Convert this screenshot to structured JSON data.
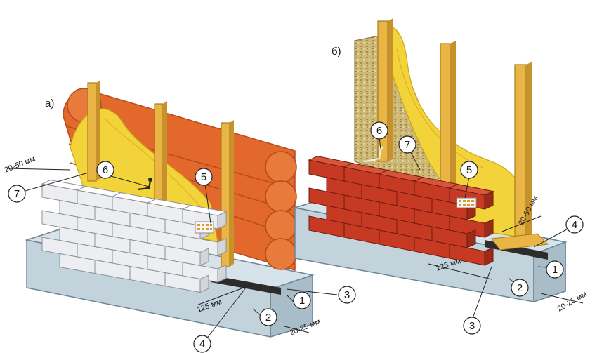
{
  "panels": {
    "a": "а)",
    "b": "б)"
  },
  "callouts": {
    "a": [
      "7",
      "6",
      "5",
      "3",
      "1",
      "2",
      "4"
    ],
    "b": [
      "6",
      "7",
      "5",
      "4",
      "1",
      "2",
      "3"
    ]
  },
  "dimensions": {
    "a_gap": "20-50 мм",
    "a_foundation": "125 мм",
    "a_ledge": "20-25 мм",
    "b_gap": "20-50 мм",
    "b_foundation": "125 мм",
    "b_ledge": "20-25 мм"
  },
  "colors": {
    "log": "#e3682c",
    "log_dark": "#b8491a",
    "insulation": "#f2d33a",
    "stud": "#e9b545",
    "silicate_brick": "#eceef1",
    "red_brick": "#c63a24",
    "foundation": "#c2d3dc",
    "osb": "#cdb877"
  }
}
